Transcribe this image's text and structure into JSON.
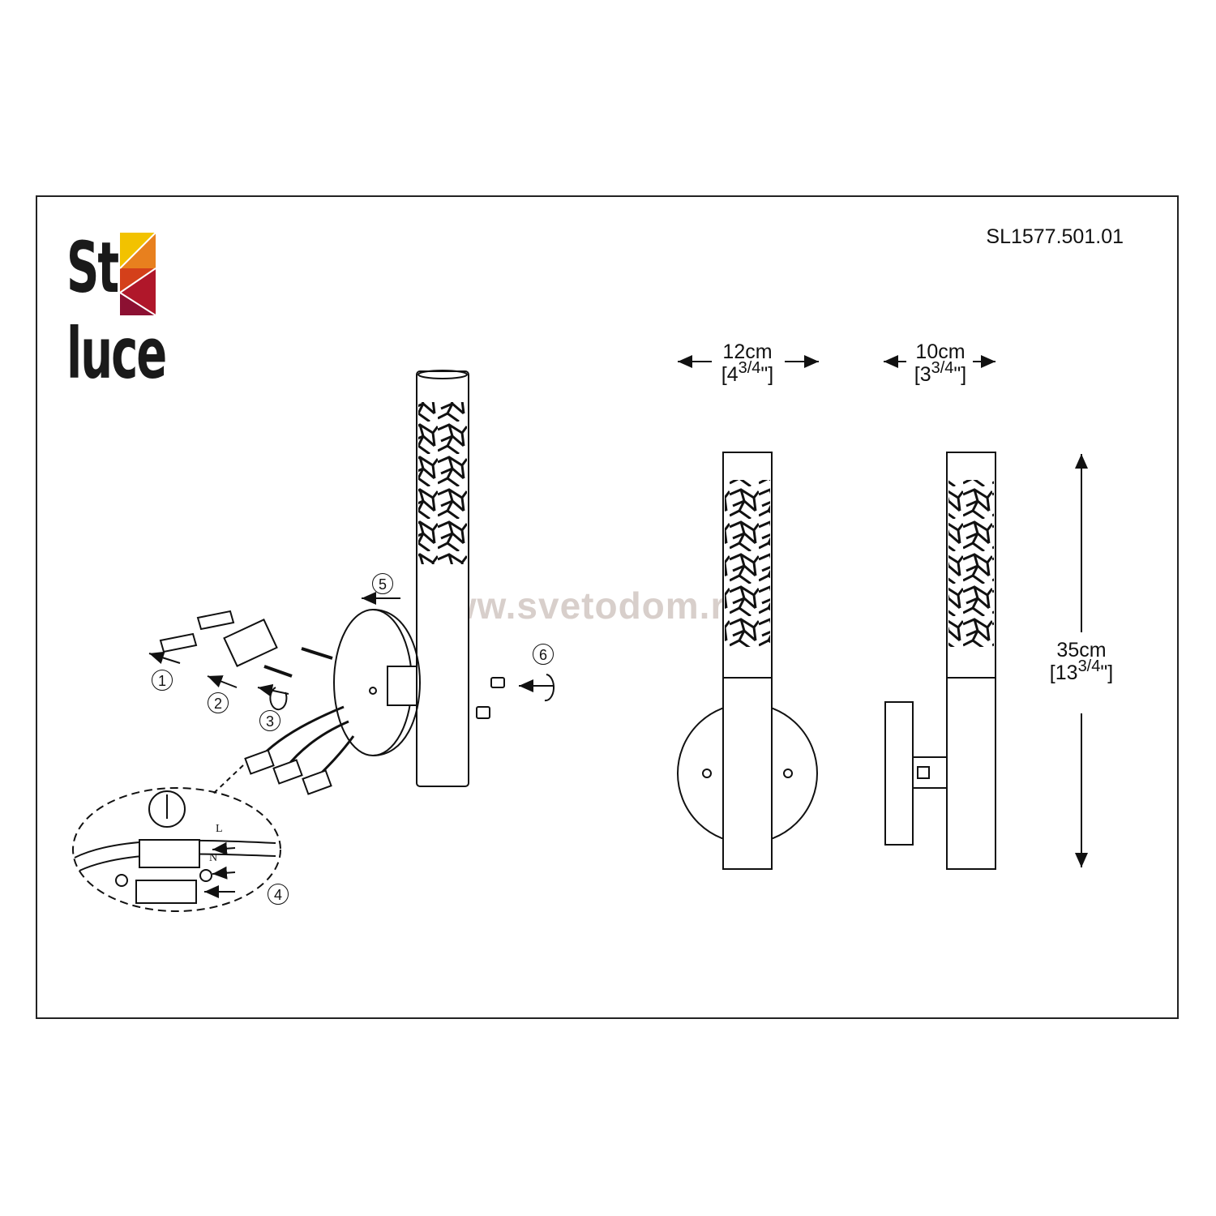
{
  "model_number": "SL1577.501.01",
  "logo": {
    "line1": "St",
    "line2": "luce",
    "colors": [
      "#f2c200",
      "#e8801e",
      "#d4401a",
      "#b0172a",
      "#8c1032"
    ]
  },
  "watermark": "www.svetodom.ru",
  "dimensions": {
    "width_front": {
      "metric": "12cm",
      "imperial_whole": "[4",
      "imperial_frac": "3/4",
      "imperial_end": "\"]"
    },
    "width_side": {
      "metric": "10cm",
      "imperial_whole": "[3",
      "imperial_frac": "3/4",
      "imperial_end": "\"]"
    },
    "height": {
      "metric": "35cm",
      "imperial_whole": "[13",
      "imperial_frac": "3/4",
      "imperial_end": "\"]"
    }
  },
  "steps": [
    "1",
    "2",
    "3",
    "4",
    "5",
    "6"
  ],
  "wiring_labels": {
    "live": "L",
    "neutral": "N"
  }
}
